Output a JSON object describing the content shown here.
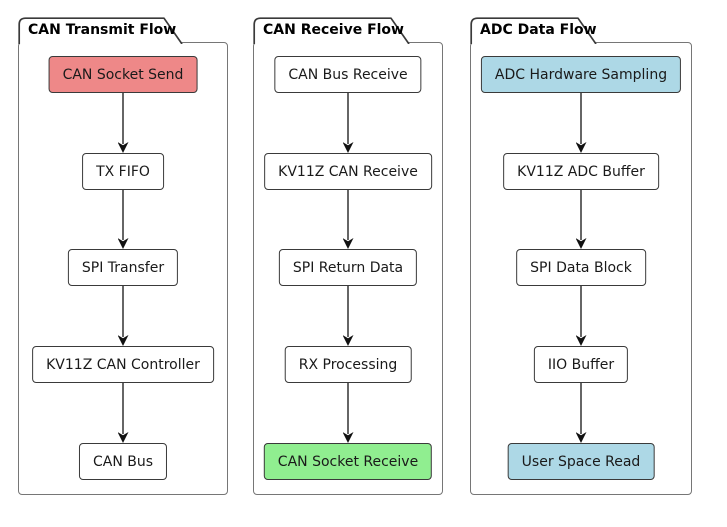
{
  "canvas": {
    "background": "#ffffff"
  },
  "style": {
    "panel_border": "#767676",
    "tab_border": "#3a3a3a",
    "node_border": "#3a3a3a",
    "node_text": "#1a1a1a",
    "arrow_line": "#666666",
    "arrow_head": "#111111",
    "fill_default": "#ffffff",
    "fill_red": "#ee8888",
    "fill_green": "#90ee90",
    "fill_blue": "#add8e6"
  },
  "panels": [
    {
      "title": "CAN Transmit Flow",
      "nodes": [
        {
          "label": "CAN Socket Send",
          "fill": "#ee8888"
        },
        {
          "label": "TX FIFO",
          "fill": "#ffffff"
        },
        {
          "label": "SPI Transfer",
          "fill": "#ffffff"
        },
        {
          "label": "KV11Z CAN Controller",
          "fill": "#ffffff"
        },
        {
          "label": "CAN Bus",
          "fill": "#ffffff"
        }
      ]
    },
    {
      "title": "CAN Receive Flow",
      "nodes": [
        {
          "label": "CAN Bus Receive",
          "fill": "#ffffff"
        },
        {
          "label": "KV11Z CAN Receive",
          "fill": "#ffffff"
        },
        {
          "label": "SPI Return Data",
          "fill": "#ffffff"
        },
        {
          "label": "RX Processing",
          "fill": "#ffffff"
        },
        {
          "label": "CAN Socket Receive",
          "fill": "#90ee90"
        }
      ]
    },
    {
      "title": "ADC Data Flow",
      "nodes": [
        {
          "label": "ADC Hardware Sampling",
          "fill": "#add8e6"
        },
        {
          "label": "KV11Z ADC Buffer",
          "fill": "#ffffff"
        },
        {
          "label": "SPI Data Block",
          "fill": "#ffffff"
        },
        {
          "label": "IIO Buffer",
          "fill": "#ffffff"
        },
        {
          "label": "User Space Read",
          "fill": "#add8e6"
        }
      ]
    }
  ]
}
